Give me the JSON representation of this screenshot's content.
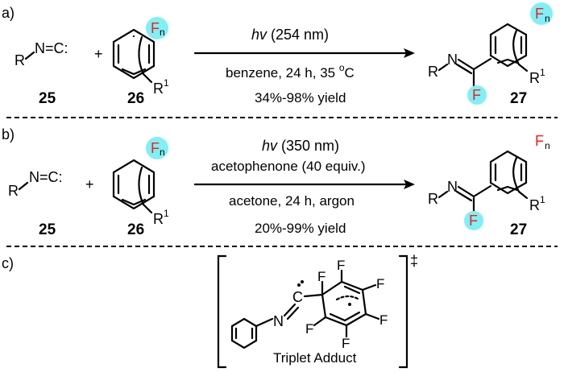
{
  "panels": {
    "a": {
      "label": "a)",
      "reactant1_formula": "R",
      "reactant1_group": "N=C:",
      "plus": "+",
      "reactant2_sub1": "F",
      "reactant2_sub1_index": "n",
      "reactant2_sub2": "R",
      "reactant2_sub2_index": "1",
      "compound25": "25",
      "compound26": "26",
      "compound27": "27",
      "arrow_top_hv": "hv",
      "arrow_top_rest": " (254 nm)",
      "arrow_bottom": "benzene, 24 h, 35 ",
      "arrow_bottom_deg": "o",
      "arrow_bottom_unit": "C",
      "yield": "34%-98% yield",
      "product_R": "R",
      "product_N": "N",
      "product_F": "F",
      "product_Fn": "F",
      "product_Fn_index": "n",
      "product_R1": "R",
      "product_R1_index": "1"
    },
    "b": {
      "label": "b)",
      "reactant1_formula": "R",
      "reactant1_group": "N=C:",
      "plus": "+",
      "reactant2_sub1": "F",
      "reactant2_sub1_index": "n",
      "reactant2_sub2": "R",
      "reactant2_sub2_index": "1",
      "compound25": "25",
      "compound26": "26",
      "compound27": "27",
      "arrow_top_hv": "hv",
      "arrow_top_rest": " (350 nm)",
      "arrow_top2": "acetophenone (40 equiv.)",
      "arrow_bottom": "acetone, 24 h, argon",
      "yield": "20%-99% yield",
      "product_R": "R",
      "product_N": "N",
      "product_F": "F",
      "product_Fn": "F",
      "product_Fn_index": "n",
      "product_R1": "R",
      "product_R1_index": "1"
    },
    "c": {
      "label": "c)",
      "dagger": "‡",
      "n_atom": "N",
      "c_atom": "C",
      "fluorines": [
        "F",
        "F",
        "F",
        "F",
        "F",
        "F"
      ],
      "caption": "Triplet Adduct"
    }
  },
  "colors": {
    "highlight": "#7ff0f5",
    "fluorine": "#ff1a1a",
    "ink": "#000000"
  }
}
